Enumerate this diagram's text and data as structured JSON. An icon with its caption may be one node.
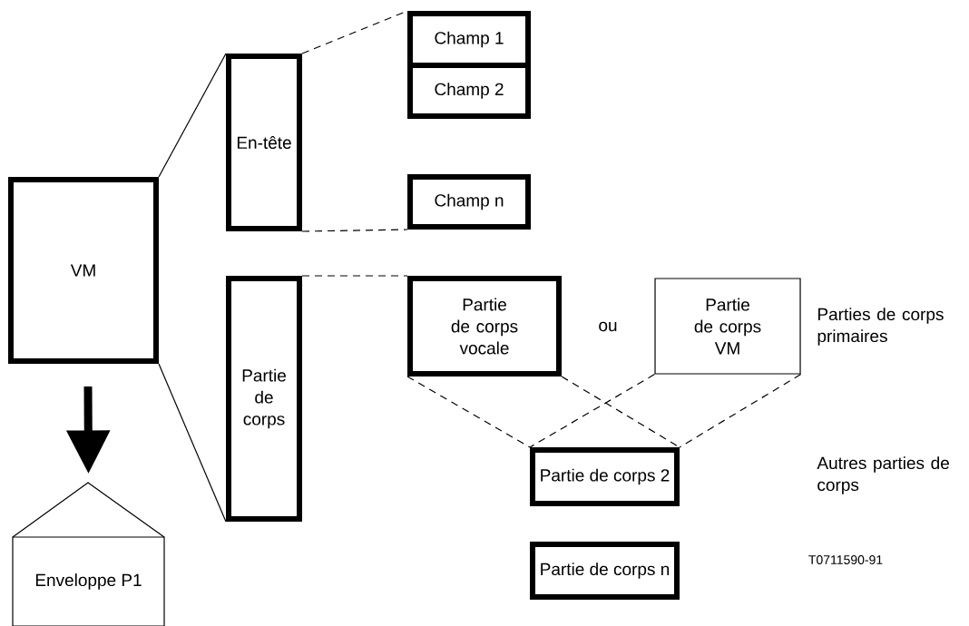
{
  "diagram": {
    "nodes": [
      {
        "text": [
          "VM"
        ]
      },
      {
        "text": [
          "En-tête"
        ]
      },
      {
        "text": [
          "Champ 1"
        ]
      },
      {
        "text": [
          "Champ 2"
        ]
      },
      {
        "text": [
          "Champ n"
        ]
      },
      {
        "text": [
          "Partie de corps"
        ]
      },
      {
        "text": [
          "Partie de corps vocale"
        ]
      },
      {
        "text": [
          "Partie de corps VM"
        ]
      },
      {
        "text": [
          "Partie de corps 2"
        ]
      },
      {
        "text": [
          "Partie de corps n"
        ]
      },
      {
        "text": [
          "Enveloppe P1"
        ]
      }
    ],
    "edges": [
      {
        "from": 0,
        "to": 1,
        "arrow": "none"
      },
      {
        "from": 0,
        "to": 5,
        "arrow": "none"
      },
      {
        "from": 1,
        "to": 2,
        "arrow": "none",
        "style": "dashed"
      },
      {
        "from": 1,
        "to": 4,
        "arrow": "none",
        "style": "dashed"
      },
      {
        "from": 5,
        "to": 6,
        "arrow": "none",
        "style": "dashed"
      },
      {
        "from": 6,
        "to": 8,
        "arrow": "none",
        "style": "dashed"
      },
      {
        "from": 6,
        "to": 8,
        "arrow": "none",
        "style": "dashed"
      },
      {
        "from": 7,
        "to": 8,
        "arrow": "none",
        "style": "dashed"
      },
      {
        "from": 7,
        "to": 8,
        "arrow": "none",
        "style": "dashed"
      },
      {
        "from": 0,
        "to": 10,
        "arrow": "to",
        "style": "thick"
      }
    ],
    "labels": [
      "ou",
      "Parties de corps primaires",
      "Autres parties de corps",
      "T0711590-91"
    ]
  }
}
